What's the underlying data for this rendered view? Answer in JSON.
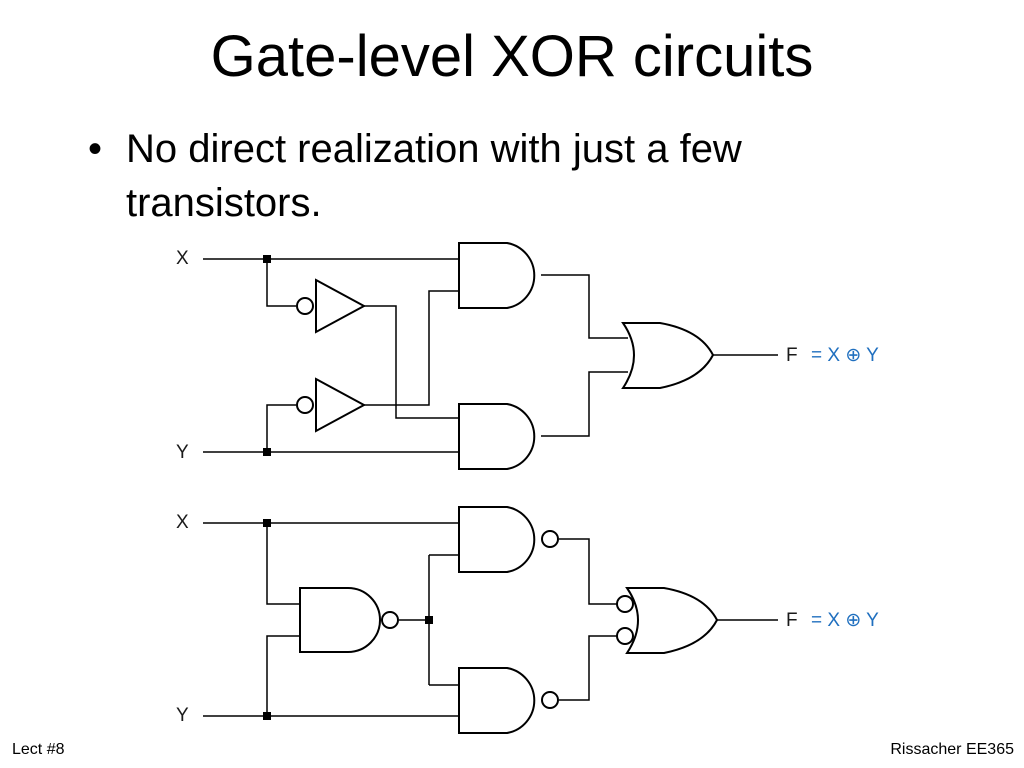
{
  "slide": {
    "title": "Gate-level XOR circuits",
    "bullets": [
      {
        "marker": "•",
        "text": "No direct realization with just a few transistors."
      }
    ],
    "footer_left": "Lect #8",
    "footer_right": "Rissacher EE365"
  },
  "circuit_top": {
    "input_x": "X",
    "input_y": "Y",
    "output": "F",
    "equation": "= X ⊕ Y"
  },
  "circuit_bottom": {
    "input_x": "X",
    "input_y": "Y",
    "output": "F",
    "equation": "= X ⊕ Y"
  }
}
